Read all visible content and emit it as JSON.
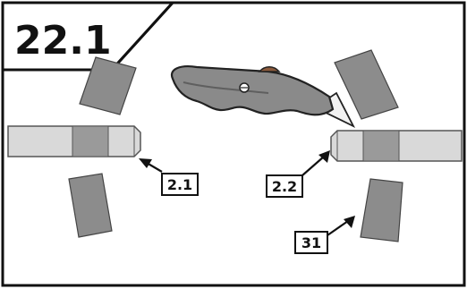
{
  "step": {
    "number": "22.1"
  },
  "callouts": [
    {
      "id": "left-tube",
      "label": "2.1"
    },
    {
      "id": "right-tube",
      "label": "2.2"
    },
    {
      "id": "adhesive-pad",
      "label": "31"
    }
  ],
  "colors": {
    "frame": "#111111",
    "tube_body": "#d9d9d9",
    "tube_band": "#9a9a9a",
    "pad": "#8c8c8c",
    "knife_body": "#8a8a8a",
    "knife_screw": "#8b5a3c"
  },
  "icons": {
    "tool": "utility-knife-icon"
  }
}
